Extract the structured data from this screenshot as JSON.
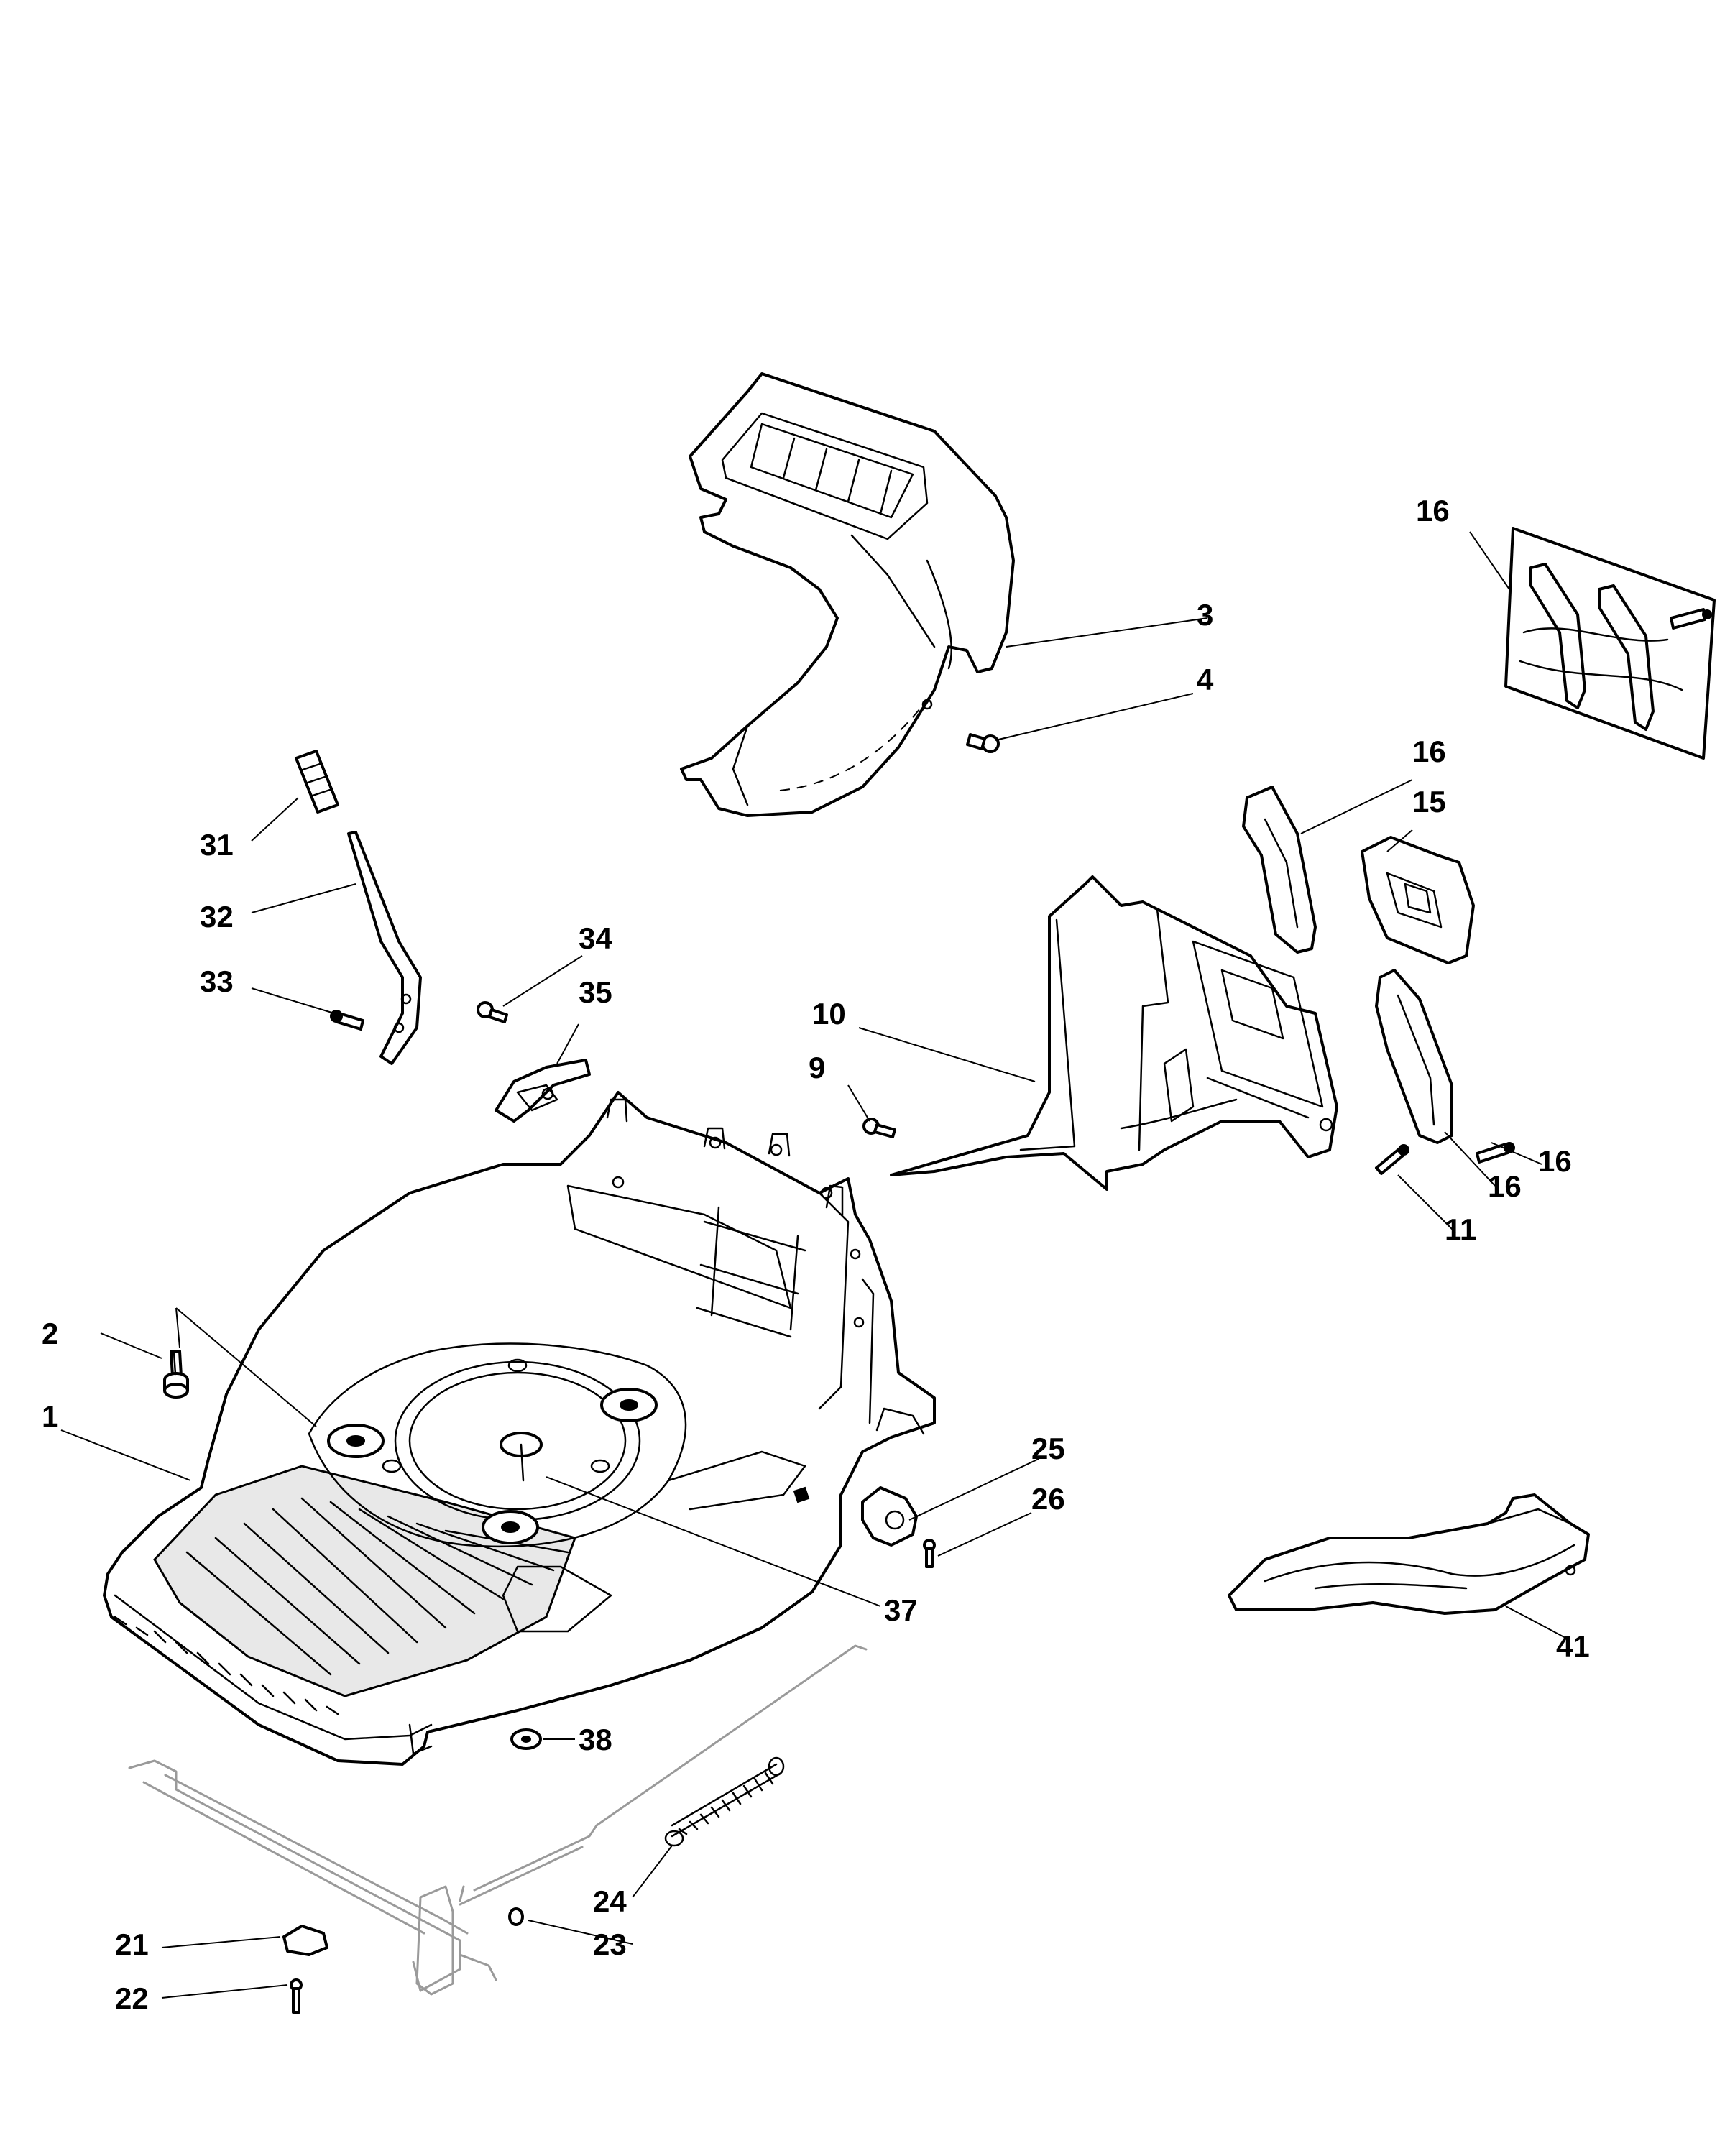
{
  "callouts": {
    "c1": "1",
    "c2": "2",
    "c3": "3",
    "c4": "4",
    "c9": "9",
    "c10": "10",
    "c11": "11",
    "c15": "15",
    "c16a": "16",
    "c16b": "16",
    "c16c": "16",
    "c16d": "16",
    "c21": "21",
    "c22": "22",
    "c23": "23",
    "c24": "24",
    "c25": "25",
    "c26": "26",
    "c31": "31",
    "c32": "32",
    "c33": "33",
    "c34": "34",
    "c35": "35",
    "c37": "37",
    "c38": "38",
    "c41": "41"
  }
}
